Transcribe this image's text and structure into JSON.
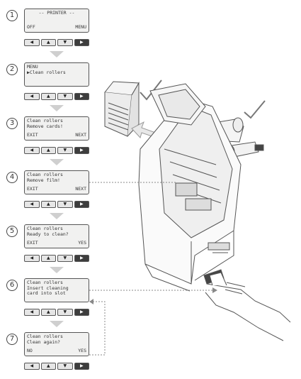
{
  "steps": [
    {
      "num": "1",
      "line1": "-- PRINTER --",
      "line2": "",
      "left": "OFF",
      "right": "MENU"
    },
    {
      "num": "2",
      "line1": "MENU",
      "line2": "▶Clean rollers",
      "left": "",
      "right": ""
    },
    {
      "num": "3",
      "line1": "Clean rollers",
      "line2": "Remove cards!",
      "left": "EXIT",
      "right": "NEXT"
    },
    {
      "num": "4",
      "line1": "Clean rollers",
      "line2": "Remove film!",
      "left": "EXIT",
      "right": "NEXT"
    },
    {
      "num": "5",
      "line1": "Clean rollers",
      "line2": "Ready to clean?",
      "left": "EXIT",
      "right": "YES"
    },
    {
      "num": "6",
      "line1": "Clean rollers",
      "line2": "Insert cleaning",
      "line3": "card into slot",
      "left": "",
      "right": ""
    },
    {
      "num": "7",
      "line1": "Clean rollers",
      "line2": "Clean again?",
      "left": "NO",
      "right": "YES"
    }
  ],
  "keys": [
    "◀",
    "▲",
    "▼",
    "▶"
  ]
}
